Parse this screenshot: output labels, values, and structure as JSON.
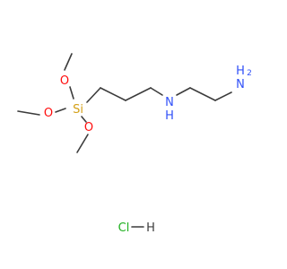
{
  "molecule": {
    "colors": {
      "bond": "#3c3c3c",
      "nitrogen": "#3050f8",
      "oxygen": "#ff0d0d",
      "silicon": "#d4a017",
      "chlorine": "#1fb01f",
      "hydrogen": "#3c3c3c"
    },
    "labels": {
      "si": "Si",
      "o_top": "O",
      "o_left": "O",
      "o_bottom": "O",
      "n_secondary": "N",
      "n_secondary_h": "H",
      "n_terminal": "N",
      "n_terminal_h": "H",
      "n_terminal_sub": "2",
      "cl": "Cl",
      "hcl_h": "H"
    }
  }
}
